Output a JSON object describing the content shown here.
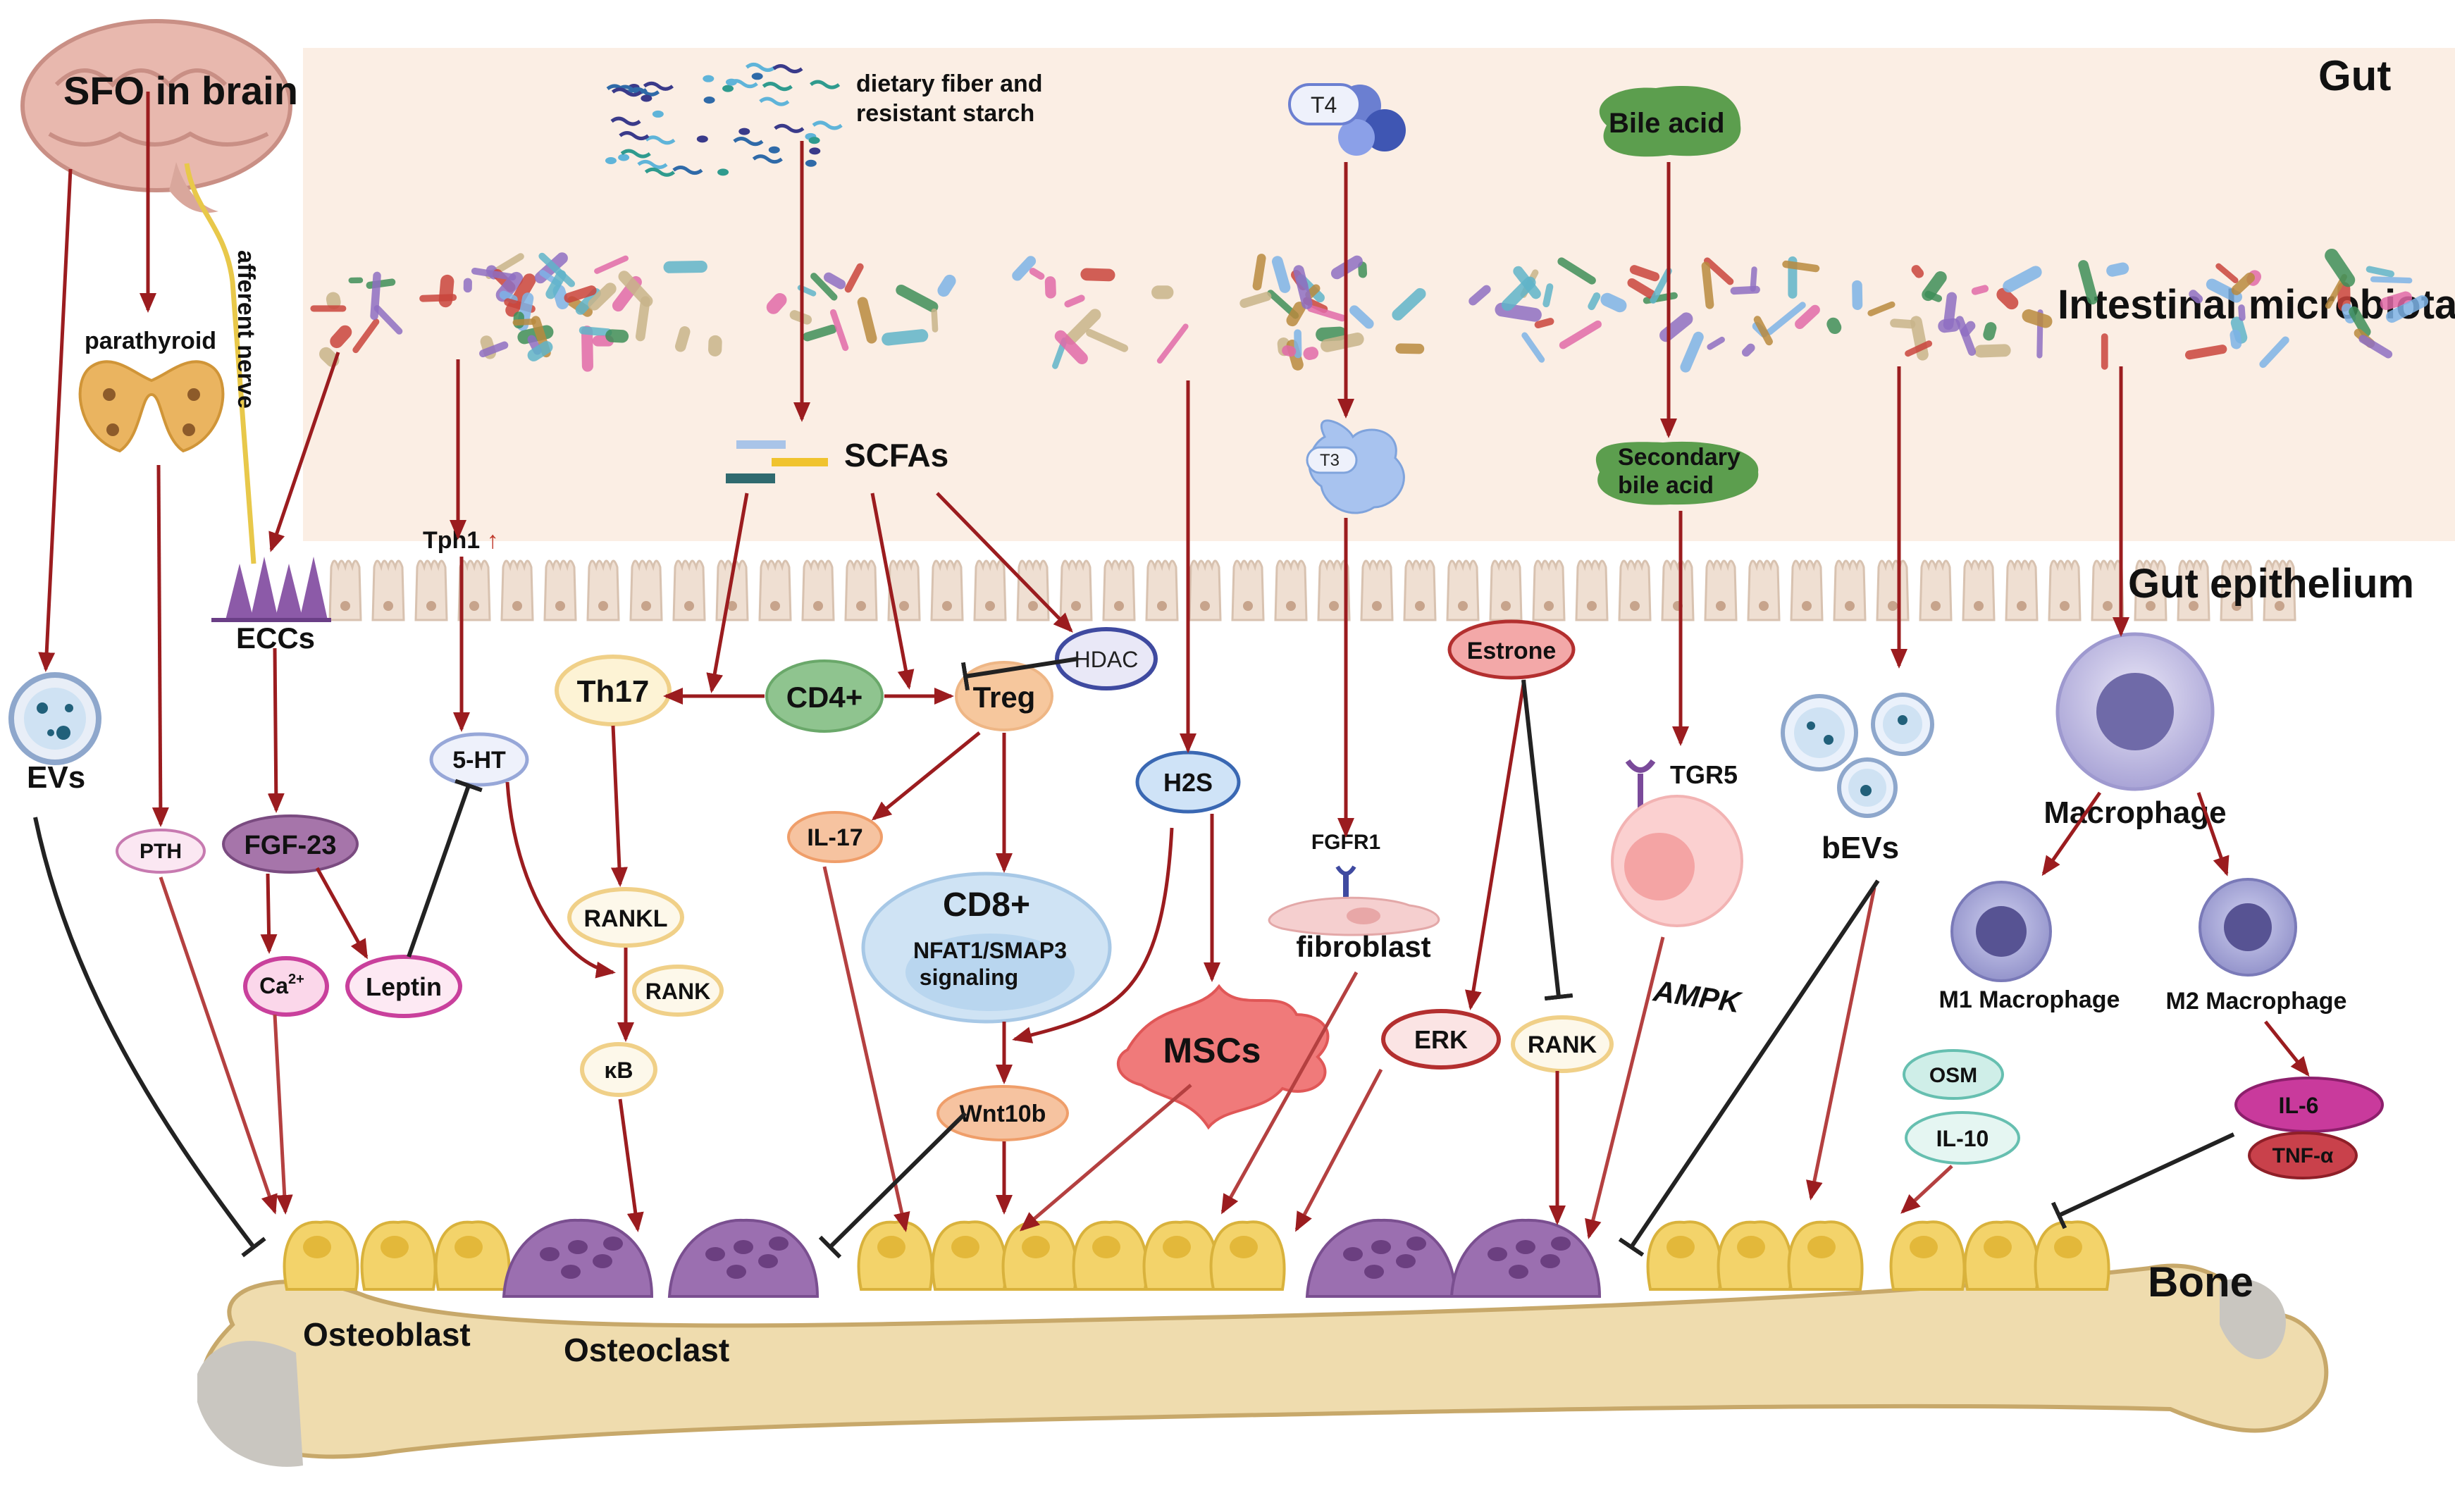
{
  "regions": {
    "gut": "Gut",
    "microbiota": "Intestinal microbiota",
    "epithelium": "Gut epithelium",
    "bone": "Bone"
  },
  "brain": {
    "label": "SFO in brain",
    "nerve": "afferent nerve"
  },
  "inputs": {
    "fiber_line1": "dietary fiber and",
    "fiber_line2": "resistant starch",
    "t4": "T4",
    "t3": "T3",
    "bile": "Bile acid",
    "secondary_line1": "Secondary",
    "secondary_line2": "bile acid"
  },
  "labels": {
    "parathyroid": "parathyroid",
    "evs": "EVs",
    "eccs": "ECCs",
    "tph1": "Tph1",
    "scfas": "SCFAs",
    "hdac": "HDAC",
    "th17": "Th17",
    "cd4": "CD4+",
    "treg": "Treg",
    "il17": "IL-17",
    "cd8": "CD8+",
    "cd8_sub1": "NFAT1/SMAP3",
    "cd8_sub2": "signaling",
    "h2s": "H2S",
    "mscs": "MSCs",
    "fgfr1": "FGFR1",
    "fibroblast": "fibroblast",
    "estrone": "Estrone",
    "erk": "ERK",
    "rank_estrone": "RANK",
    "tgr5": "TGR5",
    "ampk": "AMPK",
    "bevs": "bEVs",
    "macrophage": "Macrophage",
    "m1": "M1 Macrophage",
    "m2": "M2 Macrophage",
    "osm": "OSM",
    "il10": "IL-10",
    "il6": "IL-6",
    "tnf": "TNF-α",
    "pth": "PTH",
    "fgf23": "FGF-23",
    "ca": "Ca",
    "ca_sup": "2+",
    "leptin": "Leptin",
    "ht5": "5-HT",
    "rankl": "RANKL",
    "rank": "RANK",
    "kb": "κB",
    "wnt10b": "Wnt10b",
    "osteoblast": "Osteoblast",
    "osteoclast": "Osteoclast"
  },
  "colors": {
    "arrow": "#9b1c1f",
    "inhibit": "#222222",
    "gut_band": "#fbeee4",
    "bone": "#efdcae",
    "osteoblast": "#f3d36a",
    "osteoclast": "#9b6fb0"
  }
}
